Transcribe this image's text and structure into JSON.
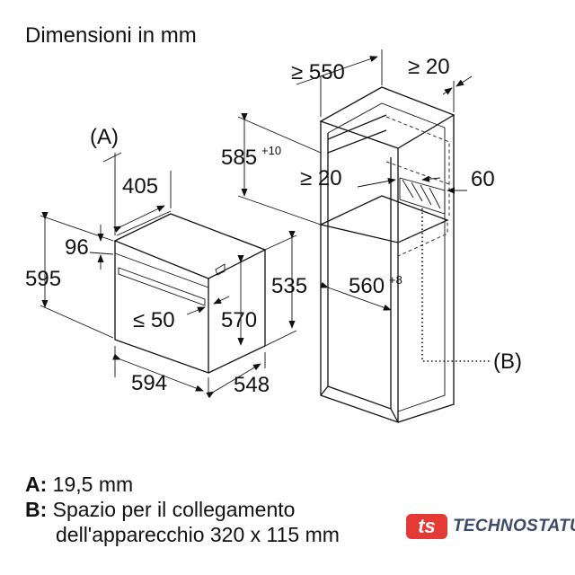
{
  "title": "Dimensioni in mm",
  "oven": {
    "label_a": "(A)",
    "depth_405": "405",
    "height_96": "96",
    "height_595": "595",
    "gap_50": "≤ 50",
    "height_570": "570",
    "width_594": "594",
    "depth_548": "548"
  },
  "cabinet": {
    "depth_550": "≥ 550",
    "gap_20_top": "≥ 20",
    "height_585": "585",
    "height_585_sup": "+10",
    "gap_20_mid": "≥ 20",
    "depth_60": "60",
    "height_535": "535",
    "width_560": "560",
    "width_560_sup": "+8",
    "label_b": "(B)"
  },
  "legend": [
    {
      "key": "A:",
      "text": "19,5 mm"
    },
    {
      "key": "B:",
      "text": "Spazio per il collegamento"
    },
    {
      "key": "",
      "text": "dell'apparecchio 320 x 115 mm"
    }
  ],
  "logo": {
    "mark": "ts",
    "name": "TECHNOSTATUS",
    "mark_color": "#e53935",
    "text_color": "#3a4a6b"
  }
}
